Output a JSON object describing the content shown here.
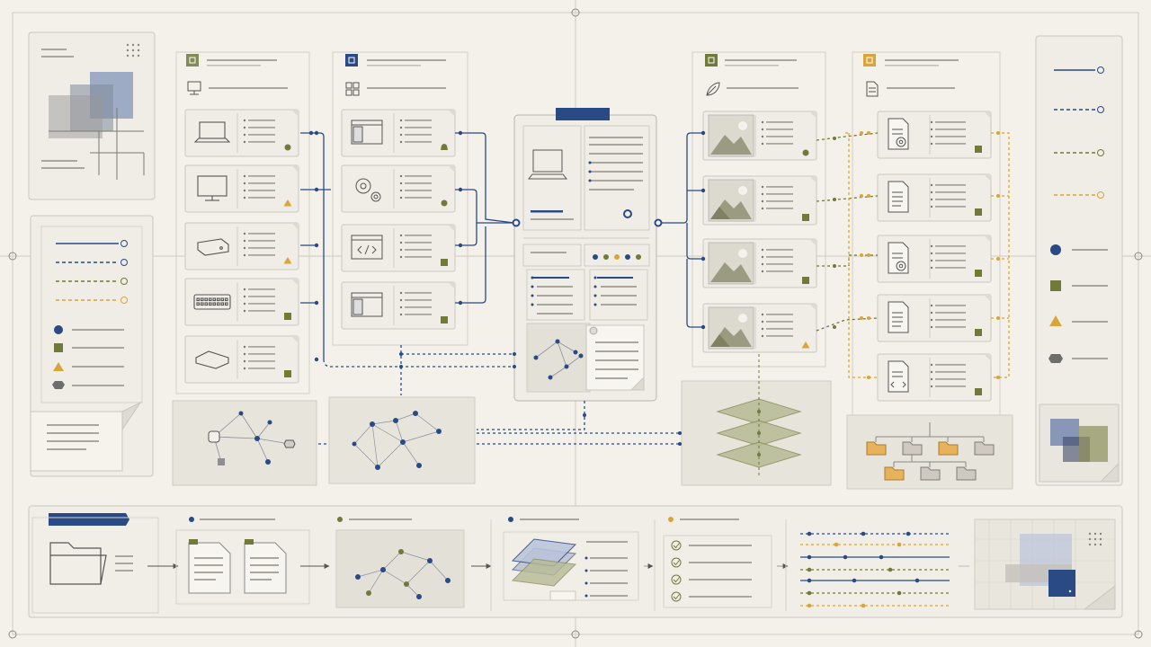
{
  "colors": {
    "background": "#f3f1ea",
    "card": "#efede6",
    "card_border": "#c9c6bd",
    "frame": "#cfccc3",
    "text_line": "#a9a69e",
    "navy": "#2a4a85",
    "olive": "#6f7a3b",
    "gold": "#d9a53a",
    "gray": "#6d6d6d",
    "folder_gold": "#e8b25a",
    "folder_gray": "#cfcac1"
  },
  "diagram": {
    "left_panel": {
      "legend": [
        "navy-solid",
        "navy-dashed",
        "olive-dashed",
        "gold-dashed"
      ],
      "shapes": [
        "circle-navy",
        "square-olive",
        "triangle-gold",
        "hexagon-gray"
      ]
    },
    "devices": [
      "laptop-icon",
      "monitor-icon",
      "router-icon",
      "keyboard-icon",
      "hub-icon"
    ],
    "windows": [
      "browser-window-icon",
      "gears-icon",
      "code-window-icon",
      "browser-window-icon"
    ],
    "images": [
      "landscape-image-icon",
      "landscape-image-icon",
      "landscape-image-icon",
      "landscape-image-icon"
    ],
    "documents": [
      "document-gear-icon",
      "document-icon",
      "document-gear-icon",
      "document-icon",
      "document-code-icon"
    ],
    "right_panel": {
      "legend": [
        "navy-solid",
        "navy-dashed",
        "olive-dashed",
        "gold-dashed"
      ],
      "shapes": [
        "circle-navy",
        "square-olive",
        "triangle-gold",
        "hexagon-gray"
      ]
    },
    "pipeline_steps": [
      "folder",
      "documents",
      "graph",
      "layers",
      "checklist",
      "timeline",
      "overlay"
    ]
  }
}
